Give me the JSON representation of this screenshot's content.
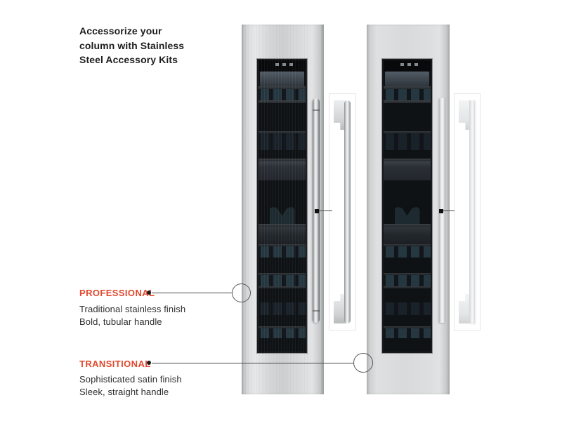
{
  "theme": {
    "page_background": "#ffffff",
    "accent_color": "#e0492e",
    "text_color": "#1d1d1f",
    "callout_line_color": "#4a4a4d"
  },
  "heading": "Accessorize your\ncolumn with Stainless\nSteel Accessory Kits",
  "callouts": {
    "professional": {
      "label": "PROFESSIONAL",
      "line1": "Traditional stainless finish",
      "line2": "Bold, tubular handle"
    },
    "transitional": {
      "label": "TRANSITIONAL",
      "line1": "Sophisticated satin finish",
      "line2": "Sleek, straight handle"
    }
  }
}
